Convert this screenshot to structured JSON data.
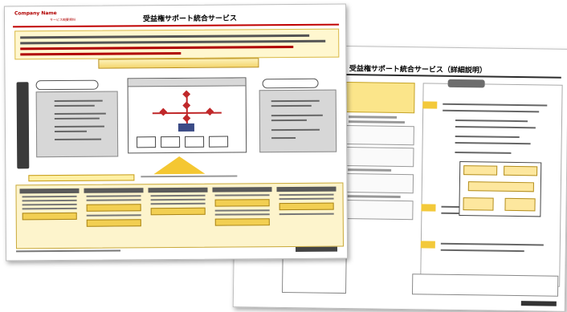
{
  "back_page": {
    "title": "受益権サポート統合サービス（詳細説明）"
  },
  "front_page": {
    "brand": "Company Name",
    "subtitle": "サービス概要資料",
    "title": "受益権サポート統合サービス"
  }
}
